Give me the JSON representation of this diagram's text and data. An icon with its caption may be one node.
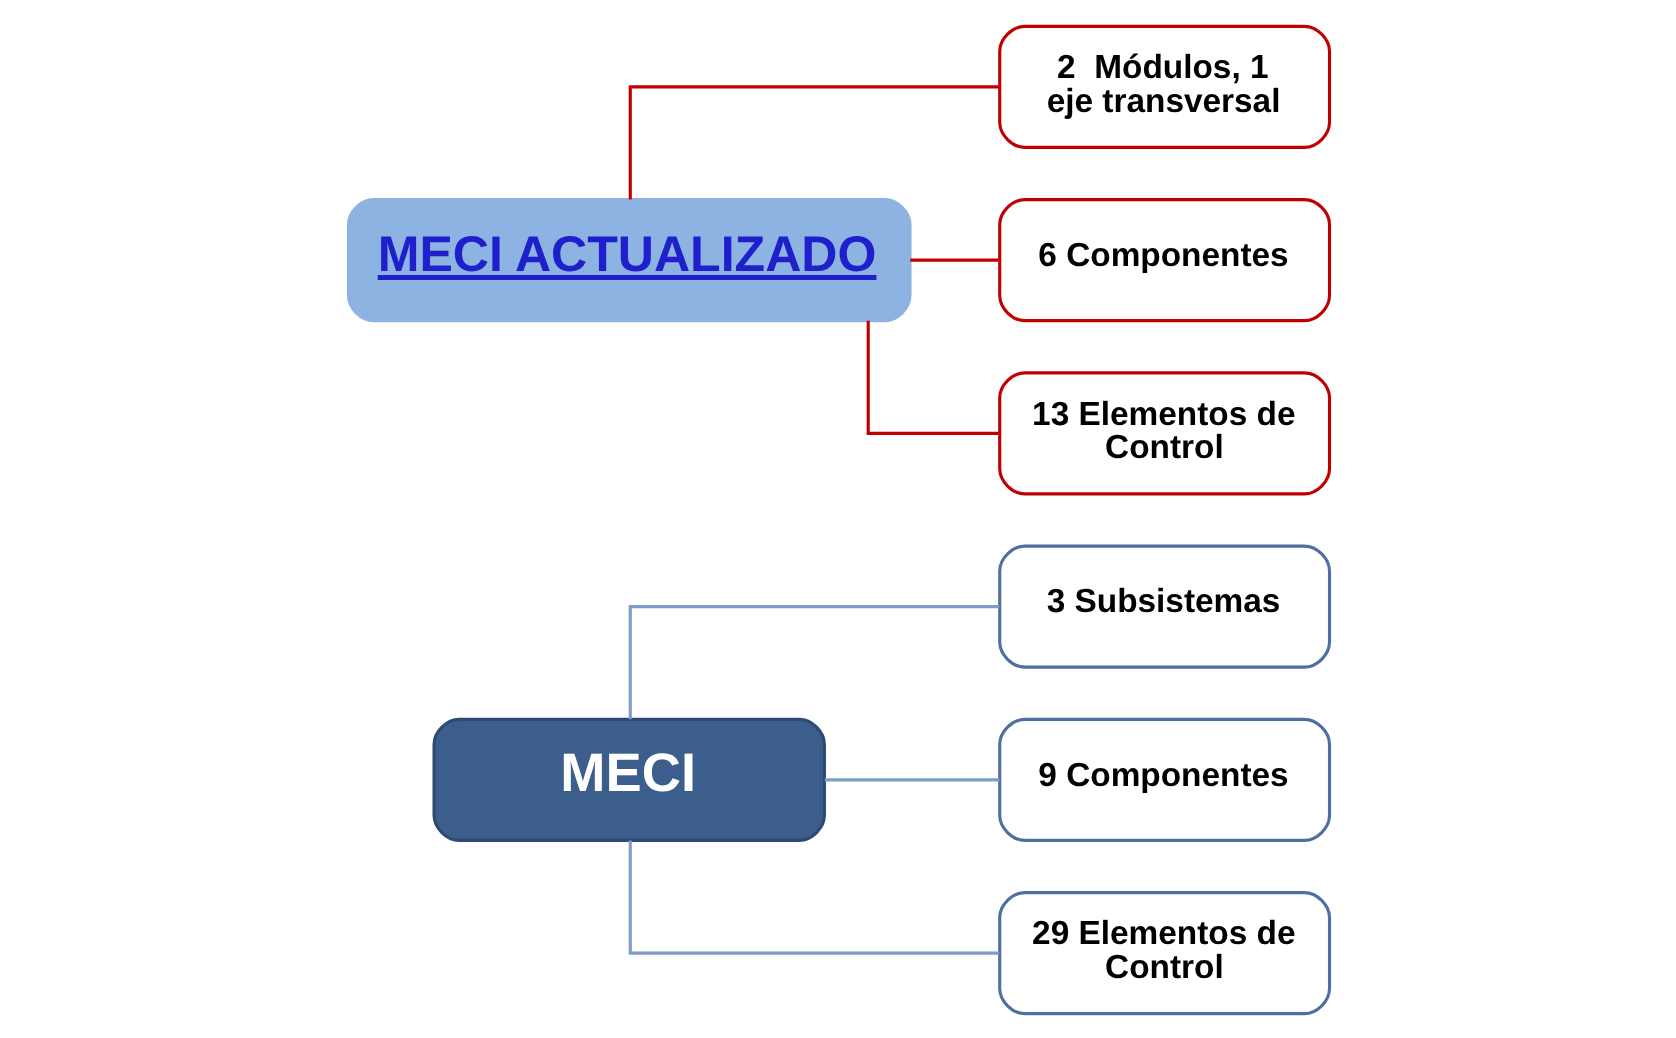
{
  "diagram": {
    "nodes": [
      {
        "text": [
          "MECI"
        ]
      },
      {
        "text": [
          "3 Subsistemas"
        ]
      },
      {
        "text": [
          "9 Componentes"
        ]
      },
      {
        "text": [
          "29 Elementos de Control"
        ]
      },
      {
        "text": [
          "MECI ACTUALIZADO"
        ]
      },
      {
        "text": [
          "2  Módulos, 1 eje transversal"
        ]
      },
      {
        "text": [
          "6 Componentes"
        ]
      },
      {
        "text": [
          "13 Elementos de Control"
        ]
      }
    ],
    "edges": [
      {
        "from": 0,
        "to": 1,
        "arrow": "none",
        "color": "#7f9cc8"
      },
      {
        "from": 0,
        "to": 2,
        "arrow": "none",
        "color": "#7f9cc8"
      },
      {
        "from": 0,
        "to": 3,
        "arrow": "none",
        "color": "#7f9cc8"
      },
      {
        "from": 4,
        "to": 5,
        "arrow": "none",
        "color": "#c00000"
      },
      {
        "from": 4,
        "to": 6,
        "arrow": "none",
        "color": "#c00000"
      },
      {
        "from": 4,
        "to": 7,
        "arrow": "none",
        "color": "#c00000"
      }
    ]
  }
}
